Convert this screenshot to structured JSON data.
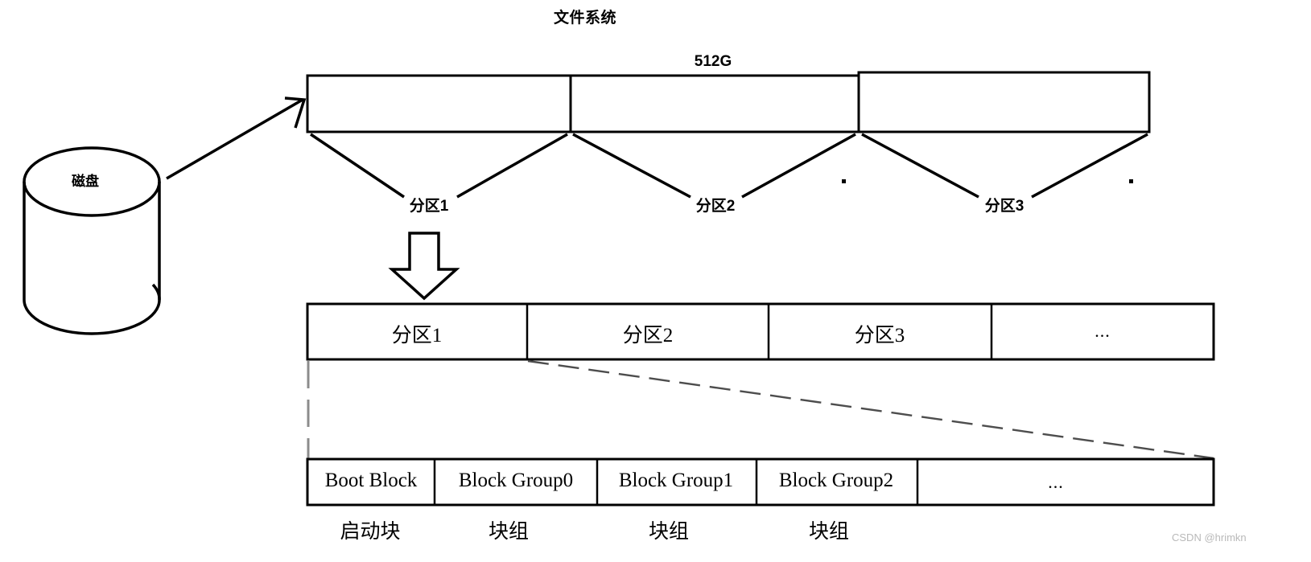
{
  "title": "文件系统",
  "disk": {
    "label": "磁盘",
    "capacity_label": "512G"
  },
  "disk_bar": {
    "partitions": [
      {
        "label": "分区1"
      },
      {
        "label": "分区2"
      },
      {
        "label": "分区3"
      }
    ],
    "ellipsis_dots": [
      "·",
      "·"
    ]
  },
  "partition_table": {
    "cells": [
      {
        "label": "分区1"
      },
      {
        "label": "分区2"
      },
      {
        "label": "分区3"
      },
      {
        "label": "..."
      }
    ]
  },
  "block_table": {
    "cells": [
      {
        "label": "Boot Block",
        "caption": "启动块"
      },
      {
        "label": "Block Group0",
        "caption": "块组"
      },
      {
        "label": "Block Group1",
        "caption": "块组"
      },
      {
        "label": "Block Group2",
        "caption": "块组"
      },
      {
        "label": "...",
        "caption": ""
      }
    ]
  },
  "watermark": "CSDN @hrimkn",
  "colors": {
    "stroke": "#000000",
    "dash": "#8c8c8c",
    "watermark": "#b9b9b9",
    "background": "#ffffff"
  }
}
